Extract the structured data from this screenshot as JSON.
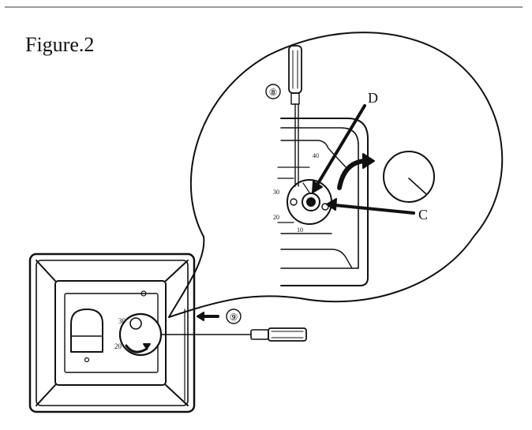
{
  "figure": {
    "title": "Figure.2"
  },
  "callouts": {
    "D": "D",
    "C": "C",
    "step_screwdriver": "⑧",
    "step_insert": "⑨"
  },
  "dial": {
    "top_label": "30",
    "mid_label": "20",
    "low_label": "10",
    "bottom_label": "40"
  },
  "icons": [
    "screwdriver-icon",
    "arrow-icon",
    "knob-icon",
    "thermostat-icon"
  ]
}
